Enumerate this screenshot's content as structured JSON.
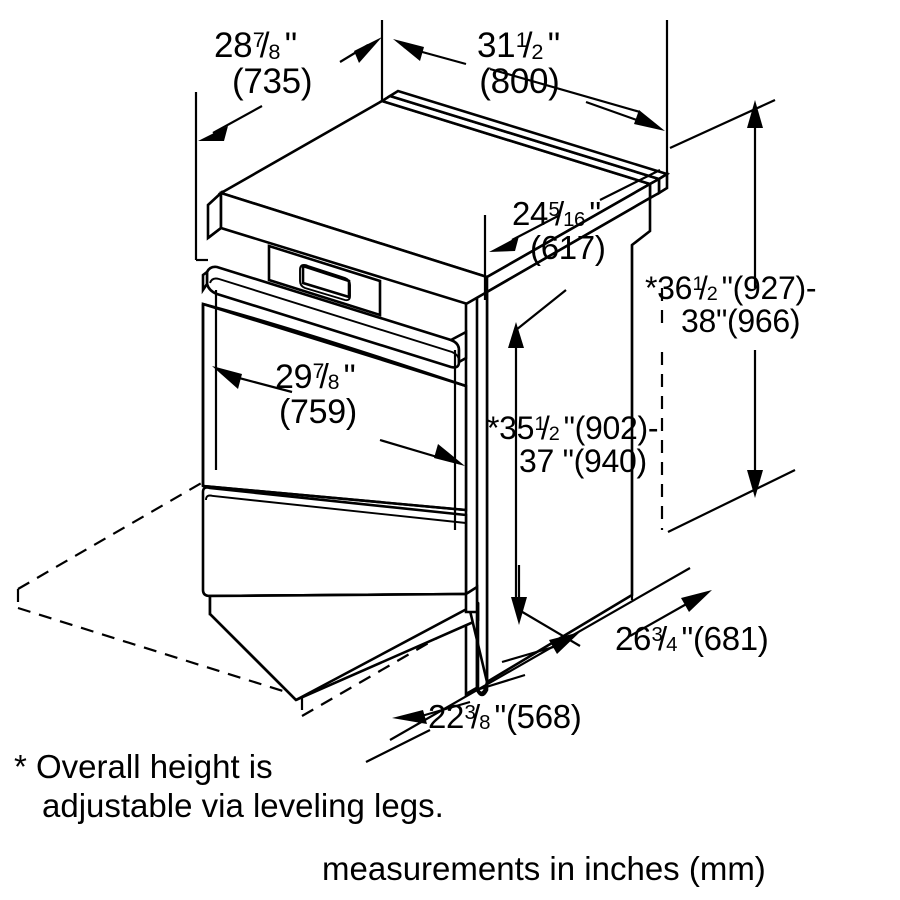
{
  "drawing": {
    "subject": "slide-in-range-isometric-dimension-drawing",
    "units_note": "measurements in inches (mm)"
  },
  "dimensions": {
    "depth_top": {
      "name": "cooktop-depth",
      "whole": "28",
      "num": "7",
      "den": "8",
      "inch_mark": "\"",
      "mm": "(735)"
    },
    "width_top": {
      "name": "cooktop-width",
      "whole": "31",
      "num": "1",
      "den": "2",
      "inch_mark": "\"",
      "mm": "(800)"
    },
    "depth_body": {
      "name": "body-depth",
      "whole": "24",
      "num": "5",
      "den": "16",
      "inch_mark": "\"",
      "mm": "(617)"
    },
    "width_door": {
      "name": "door-width",
      "whole": "29",
      "num": "7",
      "den": "8",
      "inch_mark": "\"",
      "mm": "(759)"
    },
    "height_overall": {
      "name": "overall-height-to-cooktop-top",
      "star": "*",
      "whole": "36",
      "num": "1",
      "den": "2",
      "inch_mark": "\"",
      "mm": "(927)",
      "dash": "-",
      "second_line": "38\"(966)"
    },
    "height_body": {
      "name": "body-height",
      "star": "*",
      "whole": "35",
      "num": "1",
      "den": "2",
      "inch_mark": "\"",
      "mm": "(902)",
      "dash": "-",
      "second_line": "37 \"(940)"
    },
    "depth_floor": {
      "name": "floor-depth-with-handle",
      "whole": "26",
      "num": "3",
      "den": "4",
      "inch_mark": "\"",
      "mm": "(681)"
    },
    "depth_base": {
      "name": "base-depth",
      "whole": "22",
      "num": "3",
      "den": "8",
      "inch_mark": "\"",
      "mm": "(568)"
    }
  },
  "notes": {
    "footnote_line1": "* Overall height is",
    "footnote_line2": "adjustable via leveling legs.",
    "units": "measurements in inches (mm)"
  },
  "colors": {
    "line": "#000000",
    "background": "#ffffff"
  }
}
